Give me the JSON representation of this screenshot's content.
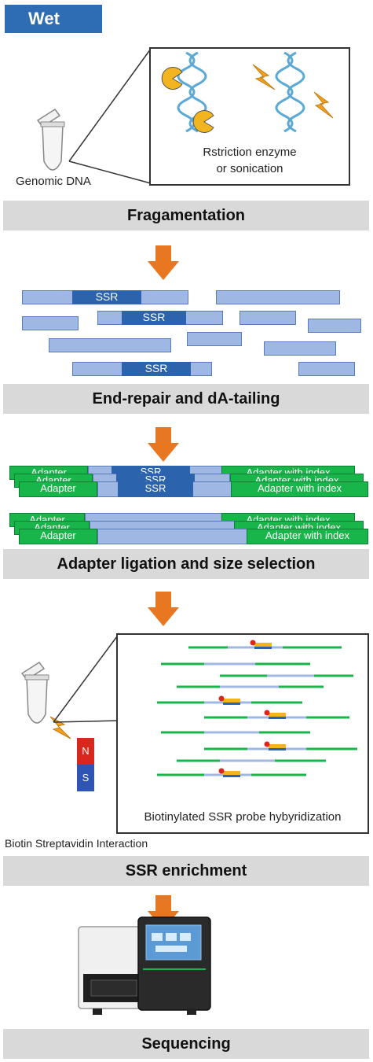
{
  "header": {
    "tag": "Wet"
  },
  "step1": {
    "tube_label": "Genomic DNA",
    "box_line1": "Rstriction enzyme",
    "box_line2": "or sonication",
    "bar": "Fragamentation"
  },
  "step2": {
    "ssr_label": "SSR",
    "bar": "End-repair and dA-tailing"
  },
  "step3": {
    "adapter_label": "Adapter",
    "adapter_index_label": "Adapter with index",
    "ssr_label": "SSR",
    "bar": "Adapter ligation and size selection"
  },
  "step4": {
    "magnet_n": "N",
    "magnet_s": "S",
    "box_caption": "Biotinylated SSR probe hybyridization",
    "interaction_label": "Biotin Streptavidin Interaction",
    "bar": "SSR enrichment"
  },
  "step5": {
    "bar": "Sequencing"
  },
  "colors": {
    "arrow": "#e87722",
    "ssr": "#2b63ad",
    "fragment": "#9fb8e3",
    "adapter": "#18b54a",
    "tag": "#2e6db4",
    "bar": "#d9d9d9"
  }
}
